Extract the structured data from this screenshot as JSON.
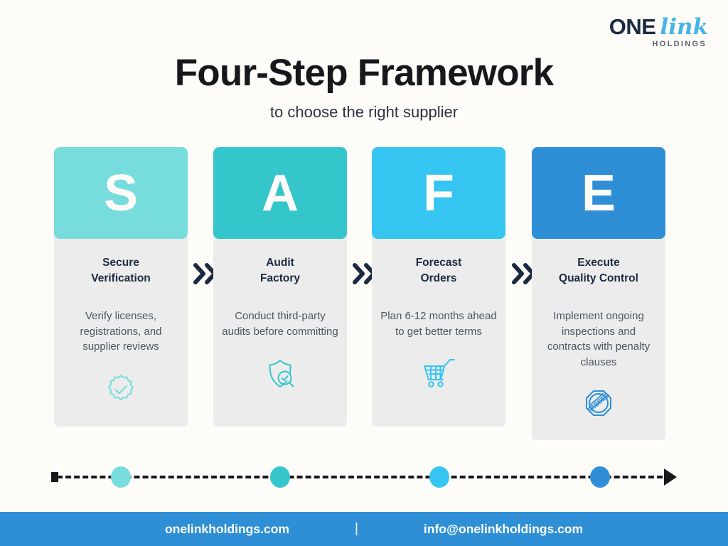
{
  "brand": {
    "logo_one": "ONE",
    "logo_link": "link",
    "logo_holdings": "HOLDINGS"
  },
  "header": {
    "title": "Four-Step Framework",
    "subtitle": "to choose the right supplier"
  },
  "colors": {
    "background": "#fdfcf8",
    "card_body": "#ececed",
    "navy": "#1b2a41",
    "footer_bar": "#2e8fd6",
    "step1": "#76dcdc",
    "step2": "#35c6cc",
    "step3": "#35c5f0",
    "step4": "#2e8fd6"
  },
  "steps": [
    {
      "letter": "S",
      "title": "Secure\nVerification",
      "description": "Verify licenses, registrations, and supplier reviews",
      "icon": "verified-badge-icon",
      "color": "#76dcdc"
    },
    {
      "letter": "A",
      "title": "Audit\nFactory",
      "description": "Conduct third-party audits before committing",
      "icon": "shield-magnifier-icon",
      "color": "#35c6cc"
    },
    {
      "letter": "F",
      "title": "Forecast\nOrders",
      "description": "Plan 6-12 months ahead to get better terms",
      "icon": "shopping-cart-icon",
      "color": "#35c5f0"
    },
    {
      "letter": "E",
      "title": "Execute\nQuality Control",
      "description": "Implement ongoing inspections and contracts with penalty clauses",
      "icon": "passed-stamp-icon",
      "color": "#2e8fd6"
    }
  ],
  "separators": {
    "chevron": "»»"
  },
  "timeline": {
    "dots": [
      "#76dcdc",
      "#35c6cc",
      "#35c5f0",
      "#2e8fd6"
    ]
  },
  "footer": {
    "website": "onelinkholdings.com",
    "separator": "|",
    "email": "info@onelinkholdings.com"
  }
}
